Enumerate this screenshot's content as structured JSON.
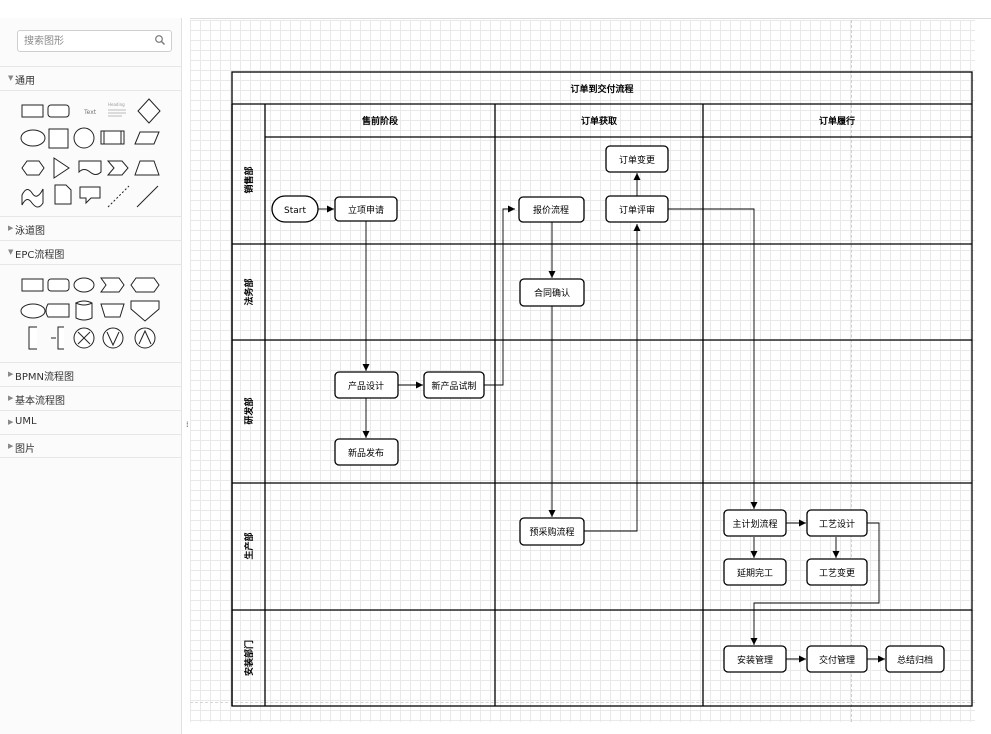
{
  "sidebar": {
    "search_placeholder": "搜索图形",
    "sections": [
      {
        "label": "通用",
        "expanded": true
      },
      {
        "label": "泳道图",
        "expanded": false
      },
      {
        "label": "EPC流程图",
        "expanded": true
      },
      {
        "label": "BPMN流程图",
        "expanded": false
      },
      {
        "label": "基本流程图",
        "expanded": false
      },
      {
        "label": "UML",
        "expanded": false
      },
      {
        "label": "图片",
        "expanded": false
      }
    ],
    "general_text_shape": "Text",
    "general_textbox_shape": "Heading"
  },
  "diagram": {
    "title": "订单到交付流程",
    "phases": [
      "售前阶段",
      "订单获取",
      "订单履行"
    ],
    "lanes": [
      "销售部",
      "法务部",
      "研发部",
      "生产部",
      "安装部门"
    ],
    "nodes": {
      "start": "Start",
      "project": "立项申请",
      "quote": "报价流程",
      "review": "订单评审",
      "change": "订单变更",
      "contract": "合同确认",
      "design": "产品设计",
      "trial": "新产品试制",
      "release": "新品发布",
      "preorder": "预采购流程",
      "plan": "主计划流程",
      "craft": "工艺设计",
      "delay": "延期完工",
      "craftchange": "工艺变更",
      "install": "安装管理",
      "deliver": "交付管理",
      "archive": "总结归档"
    }
  },
  "colors": {
    "grid": "#e9e9e9",
    "stroke": "#000000",
    "sidebar_bg": "#fbfbfb"
  }
}
